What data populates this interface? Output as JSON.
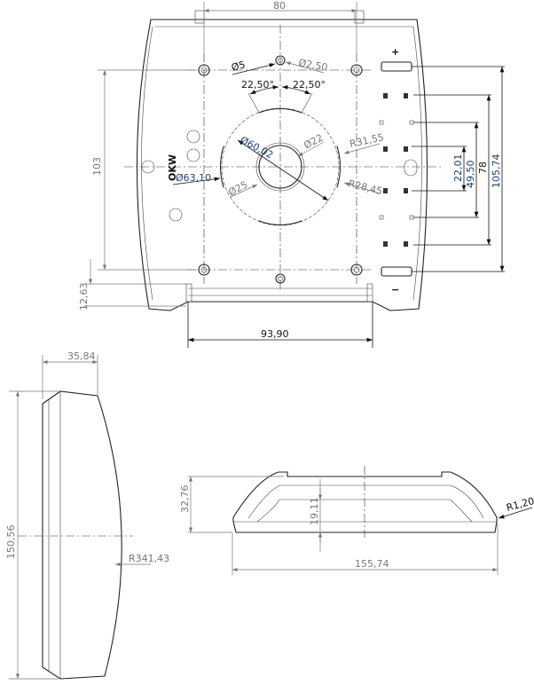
{
  "front_view": {
    "dim_hole_spacing_horizontal": "80",
    "dim_hole_spacing_vertical": "103",
    "dim_bottom_offset": "12,63",
    "dim_bottom_width": "93,90",
    "dim_top_hole_diameter": "Ø5",
    "dim_top_hole_small": "Ø2,50",
    "dim_angle_left": "22,50°",
    "dim_angle_right": "22,50°",
    "dim_circle_60": "Ø60,02",
    "dim_circle_63": "Ø63,10",
    "dim_inner_22": "Ø22",
    "dim_inner_25": "Ø25",
    "dim_radius_outer": "R31,55",
    "dim_radius_inner": "R28,45",
    "dim_pin_22": "22,01",
    "dim_pin_49": "49,50",
    "dim_pin_78": "78",
    "dim_pin_105": "105,74",
    "logo_text": "OKW",
    "plus_symbol": "+",
    "minus_symbol": "−"
  },
  "side_view": {
    "dim_depth": "35,84",
    "dim_height": "150,56",
    "dim_radius": "R341,43"
  },
  "bottom_view": {
    "dim_height": "32,76",
    "dim_inner_height": "19,11",
    "dim_width": "155,74",
    "dim_radius": "R1,20"
  }
}
